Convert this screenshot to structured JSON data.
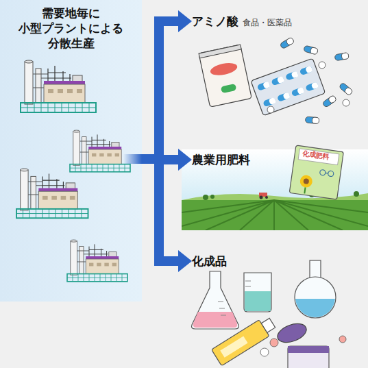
{
  "diagram": {
    "nodes": [
      {
        "text": [
          "需要地毎に 小型プラントによる 分散生産"
        ]
      },
      {
        "text": [
          "アミノ酸",
          "食品・医薬品"
        ]
      },
      {
        "text": [
          "農業用肥料"
        ]
      },
      {
        "text": [
          "化成品"
        ]
      }
    ],
    "edges": [
      {
        "from": 0,
        "to": 1,
        "arrow": "to"
      },
      {
        "from": 0,
        "to": 2,
        "arrow": "to"
      },
      {
        "from": 0,
        "to": 3,
        "arrow": "to"
      }
    ],
    "labels": [
      "化成肥料"
    ]
  }
}
